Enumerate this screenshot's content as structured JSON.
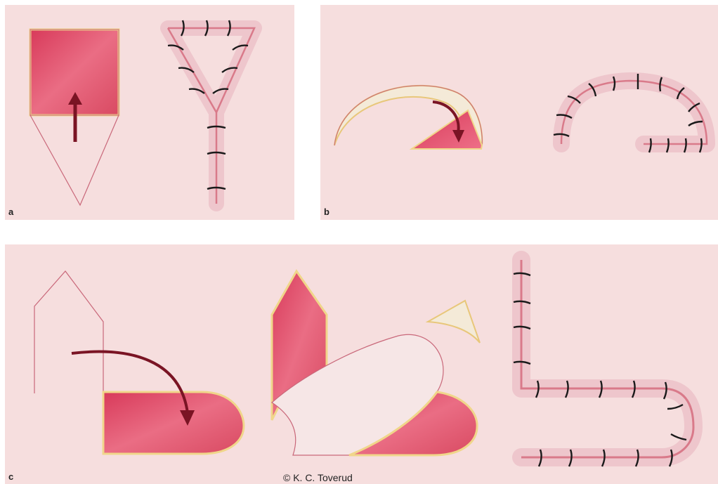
{
  "panels": {
    "a": {
      "label": "a"
    },
    "b": {
      "label": "b"
    },
    "c": {
      "label": "c"
    }
  },
  "copyright": "© K. C. Toverud",
  "colors": {
    "background": "#f6dede",
    "incision_line": "#c9687a",
    "suture_line": "#d97a8a",
    "wound_tissue": "#e0506a",
    "wound_edge": "#f0d68a",
    "arrow": "#7a1424",
    "suture": "#1a1a1a"
  },
  "icons": [
    "skin-flap",
    "movement-arrow",
    "suture-stitch"
  ]
}
